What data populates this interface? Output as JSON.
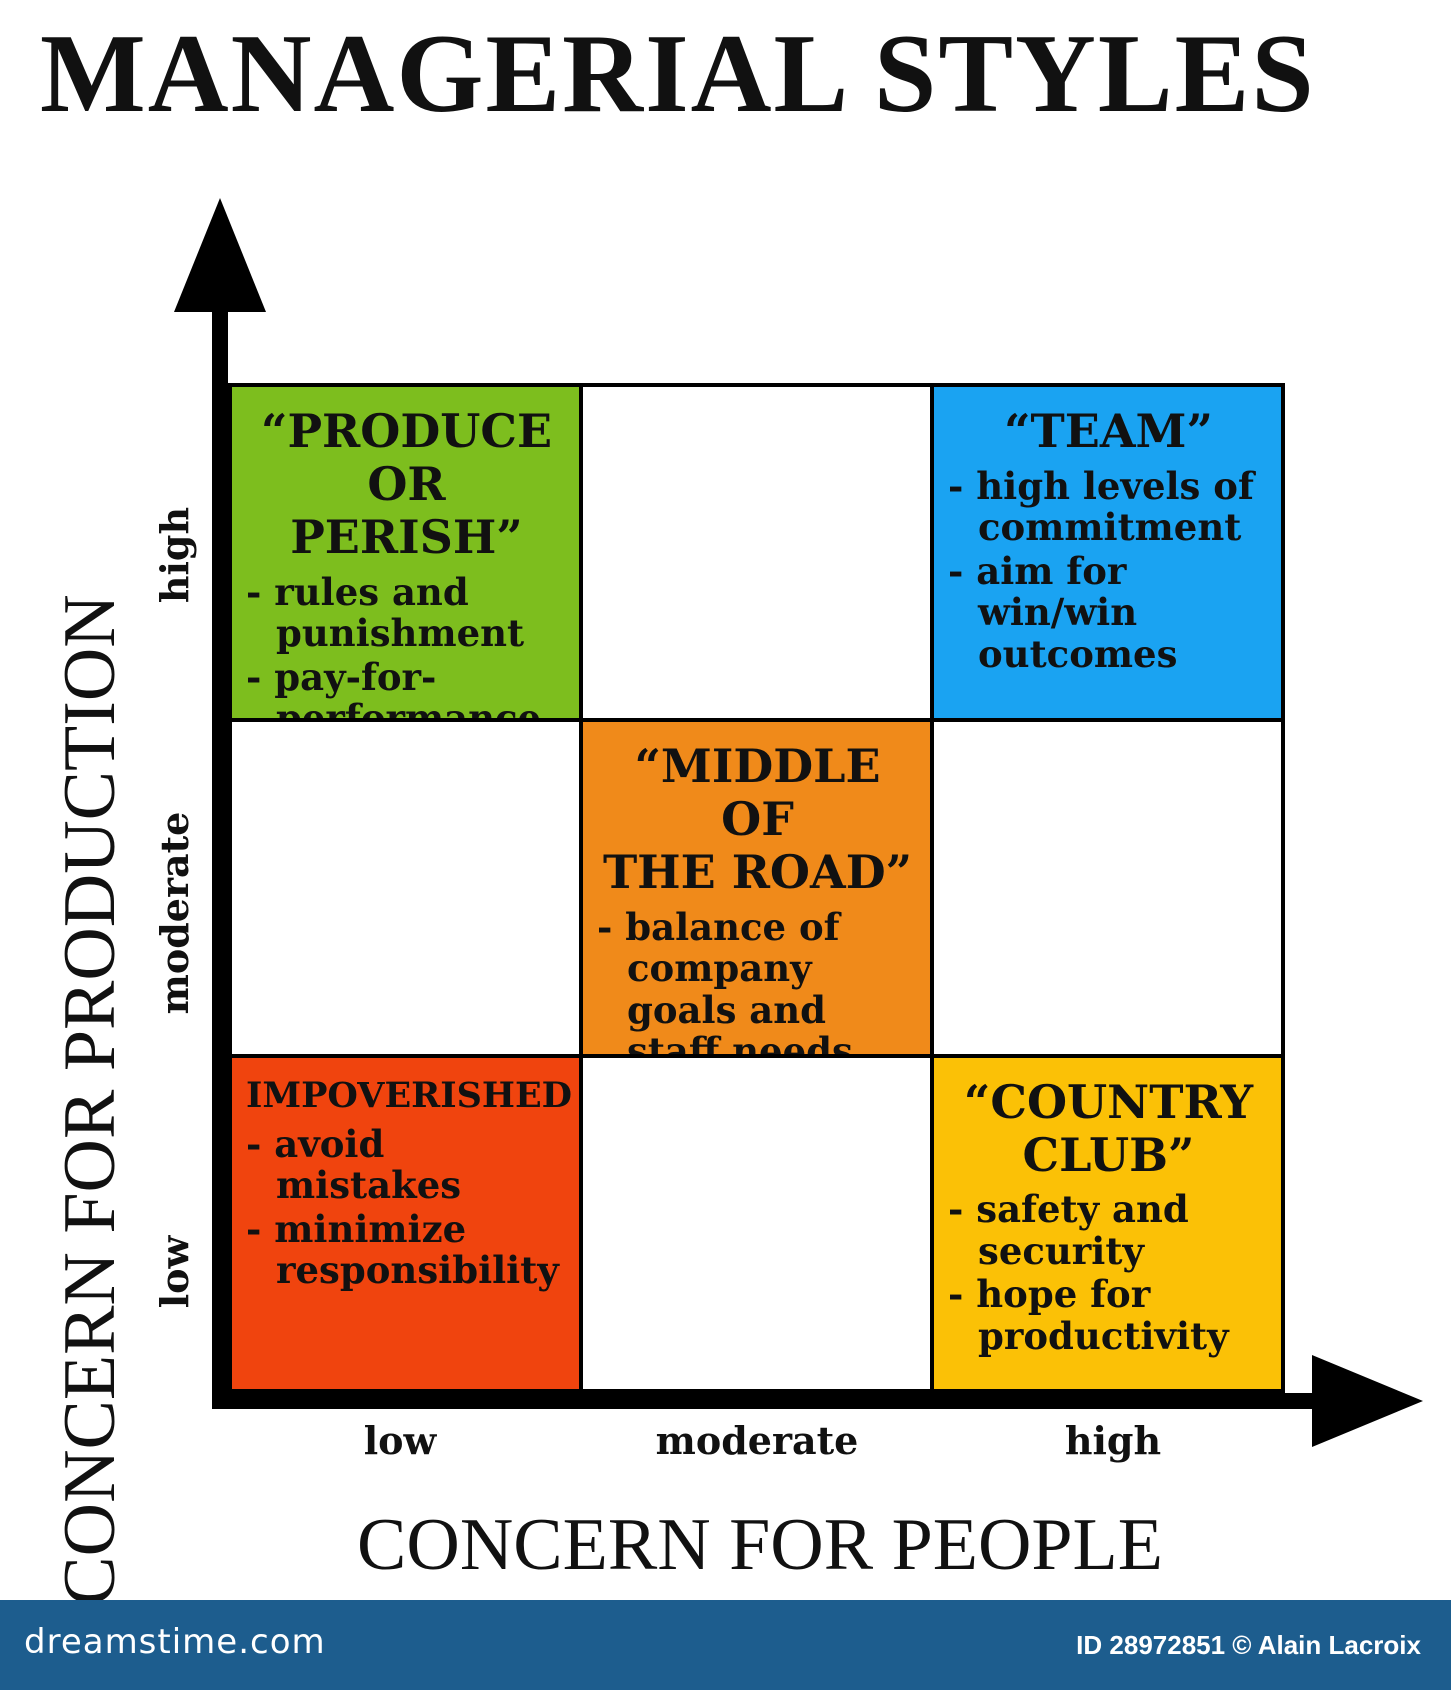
{
  "title": "MANAGERIAL STYLES",
  "y_axis": {
    "label": "CONCERN FOR PRODUCTION",
    "ticks": [
      "high",
      "moderate",
      "low"
    ]
  },
  "x_axis": {
    "label": "CONCERN FOR PEOPLE",
    "ticks": [
      "low",
      "moderate",
      "high"
    ]
  },
  "grid": [
    {
      "name": "“PRODUCE\nOR PERISH”",
      "color": "#7dbe1e",
      "points": [
        "rules and punishment",
        "pay-for-performance"
      ]
    },
    {
      "name": "",
      "color": "#ffffff",
      "points": []
    },
    {
      "name": "“TEAM”",
      "color": "#1aa3f2",
      "points": [
        "high levels of commitment",
        "aim for win/win outcomes"
      ]
    },
    {
      "name": "",
      "color": "#ffffff",
      "points": []
    },
    {
      "name": "“MIDDLE OF\nTHE ROAD”",
      "color": "#f08a1a",
      "points": [
        "balance of company goals and staff needs"
      ]
    },
    {
      "name": "",
      "color": "#ffffff",
      "points": []
    },
    {
      "name": "IMPOVERISHED",
      "color": "#f0440e",
      "points": [
        "avoid mistakes",
        "minimize responsibility"
      ]
    },
    {
      "name": "",
      "color": "#ffffff",
      "points": []
    },
    {
      "name": "“COUNTRY\nCLUB”",
      "color": "#fbc106",
      "points": [
        "safety and security",
        "hope for productivity"
      ]
    }
  ],
  "footer": {
    "site": "dreamstime.com",
    "credit": "ID 28972851 © Alain Lacroix"
  }
}
